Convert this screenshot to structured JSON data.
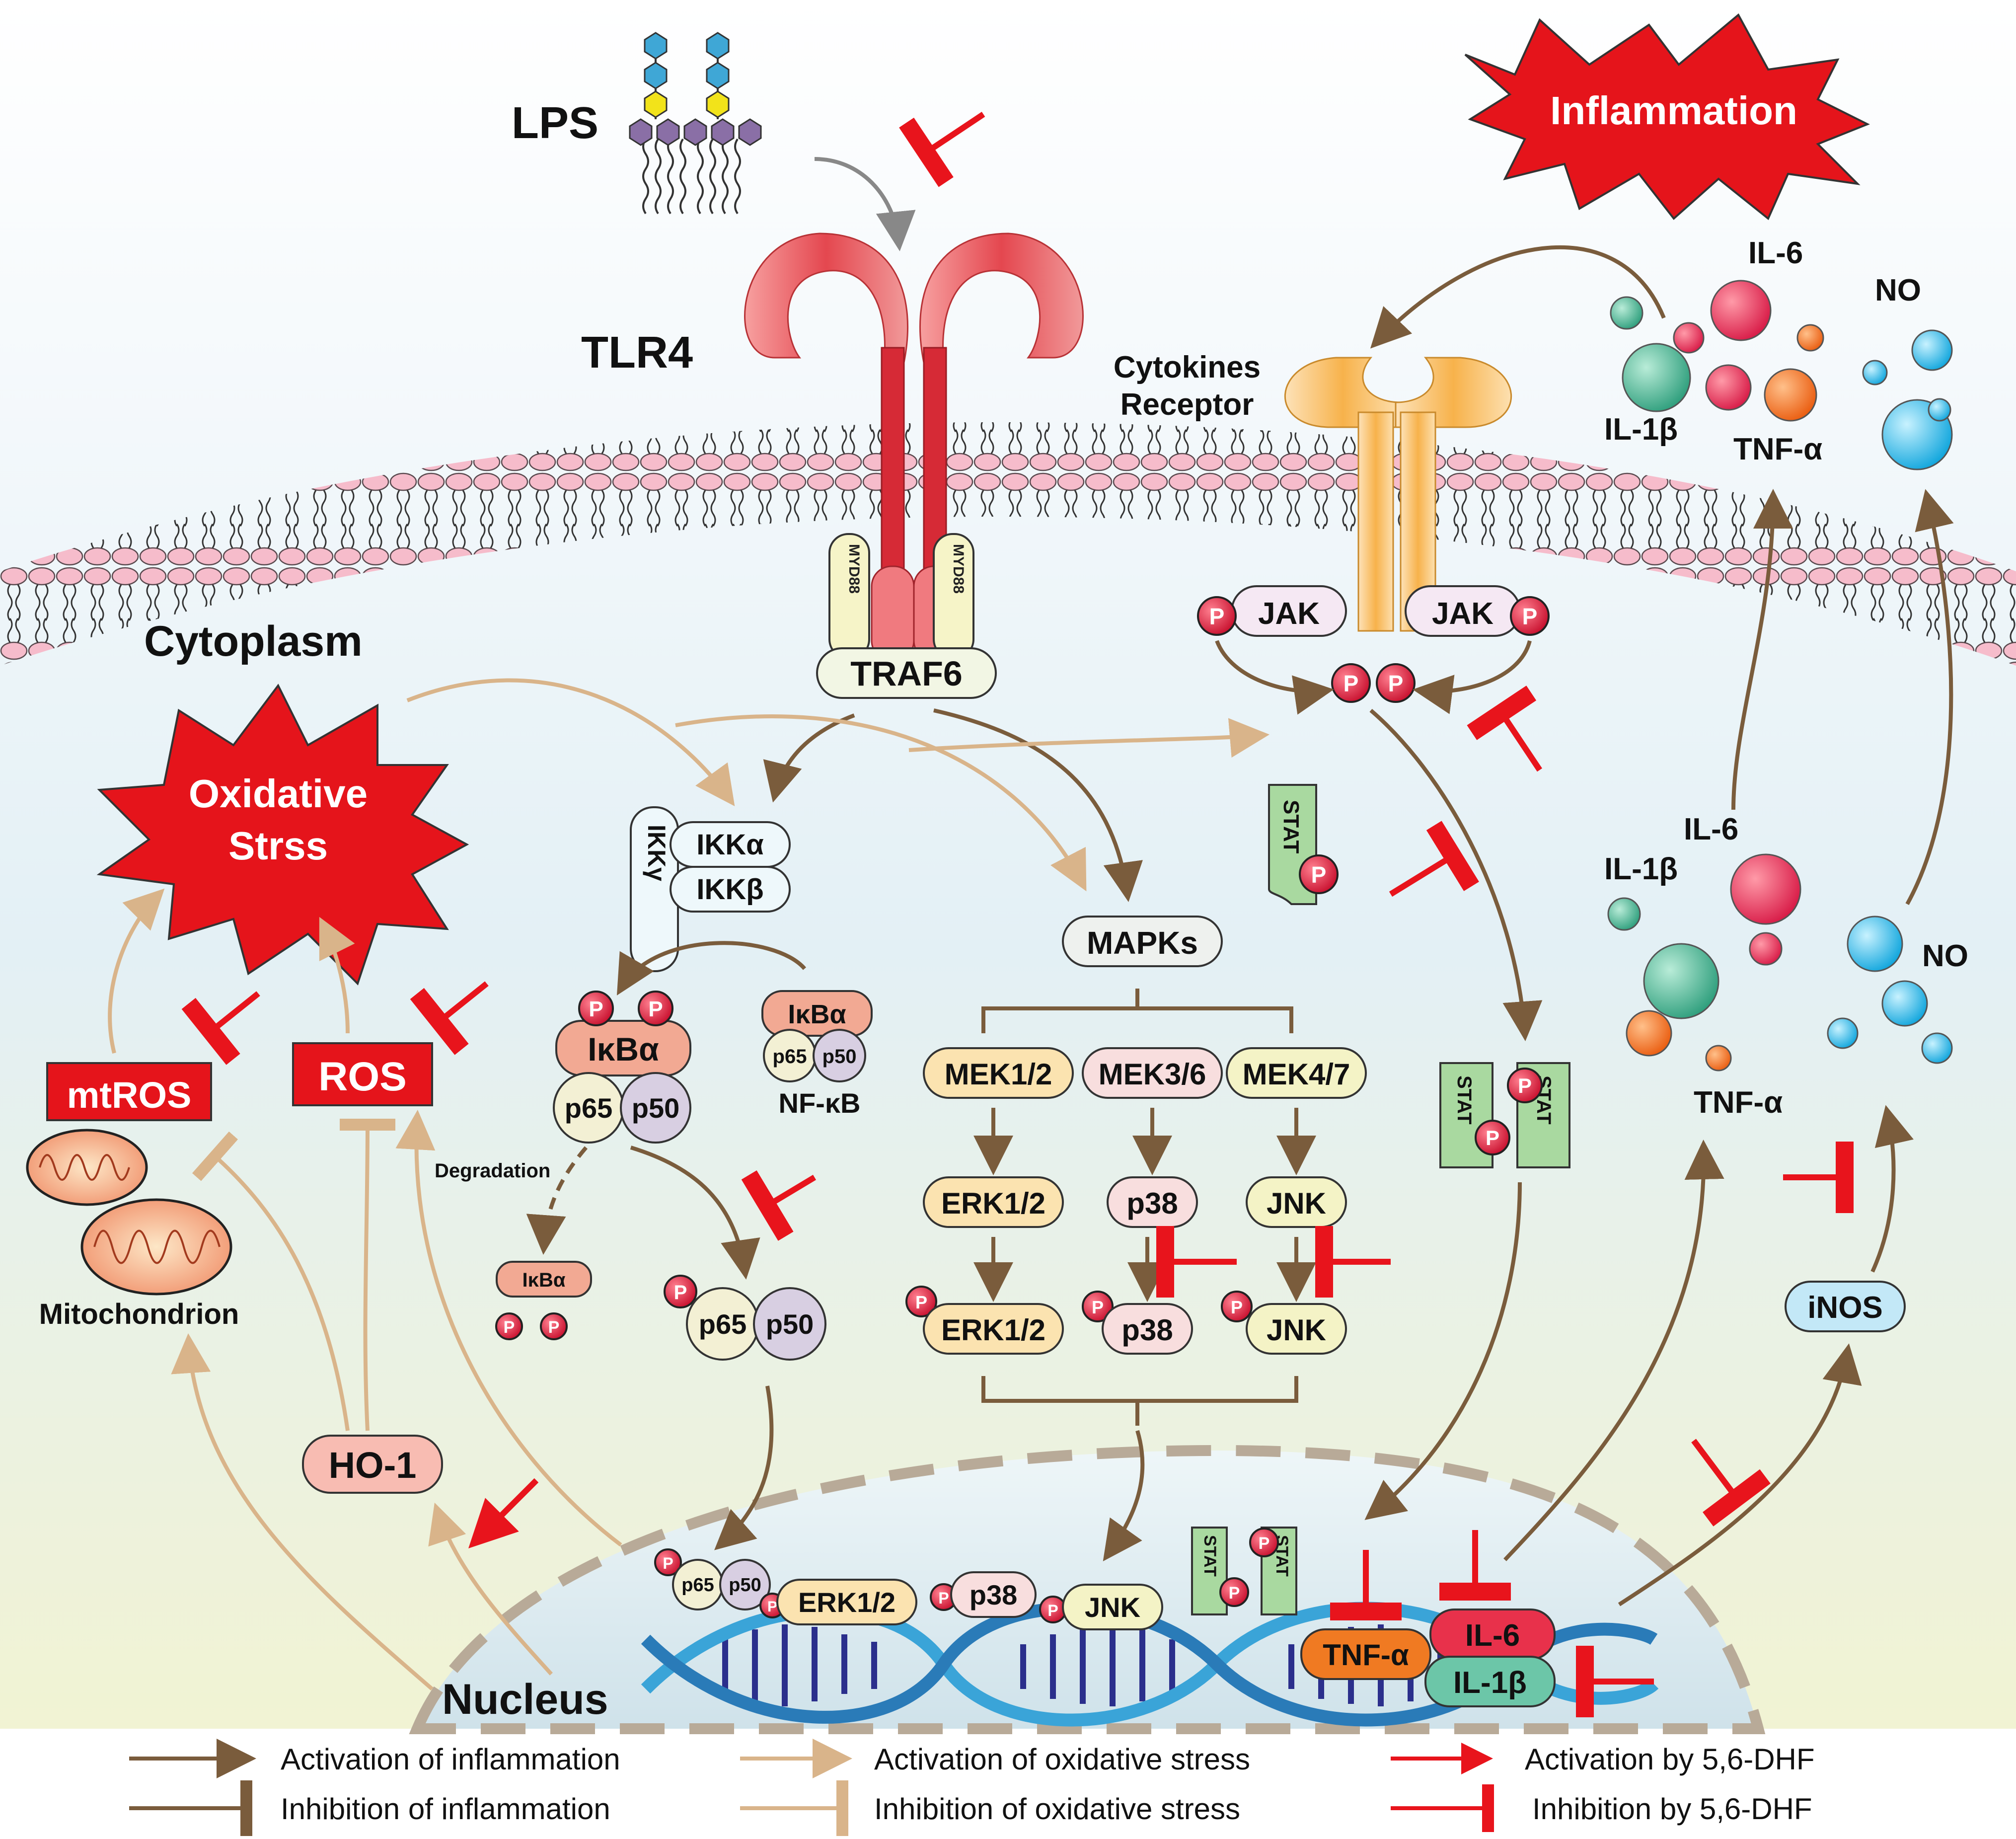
{
  "labels": {
    "lps": "LPS",
    "tlr4": "TLR4",
    "cytokines_receptor_line1": "Cytokines",
    "cytokines_receptor_line2": "Receptor",
    "cytoplasm": "Cytoplasm",
    "nucleus": "Nucleus",
    "inflammation": "Inflammation",
    "oxidative_line1": "Oxidative",
    "oxidative_line2": "Strss",
    "mtros": "mtROS",
    "ros": "ROS",
    "mitochondrion": "Mitochondrion",
    "ho1": "HO-1",
    "myd88": "MYD88",
    "traf6": "TRAF6",
    "ikk_gamma": "IKKγ",
    "ikk_alpha": "IKKα",
    "ikk_beta": "IKKβ",
    "ikba": "IκBα",
    "p65": "p65",
    "p50": "p50",
    "nfkb": "NF-κB",
    "degradation": "Degradation",
    "p": "P",
    "mapks": "MAPKs",
    "mek12": "MEK1/2",
    "mek36": "MEK3/6",
    "mek47": "MEK4/7",
    "erk12": "ERK1/2",
    "p38": "p38",
    "jnk": "JNK",
    "jak": "JAK",
    "stat": "STAT",
    "il6": "IL-6",
    "il1b": "IL-1β",
    "tnfa": "TNF-α",
    "no": "NO",
    "inos": "iNOS"
  },
  "legend": {
    "act_inflammation": "Activation of inflammation",
    "inh_inflammation": "Inhibition of inflammation",
    "act_oxidative": "Activation of oxidative stress",
    "inh_oxidative": "Inhibition of oxidative stress",
    "act_dhf": "Activation by 5,6-DHF",
    "inh_dhf": "Inhibition by 5,6-DHF"
  },
  "colors": {
    "inflammation_arrow": "#7a5c3c",
    "oxidative_arrow": "#d9b48a",
    "dhf_red": "#e8141c",
    "burst_red": "#e5141b",
    "membrane_pink": "#f4b8c8",
    "receptor_red": "#e64a52",
    "receptor_orange": "#f6b24a"
  }
}
